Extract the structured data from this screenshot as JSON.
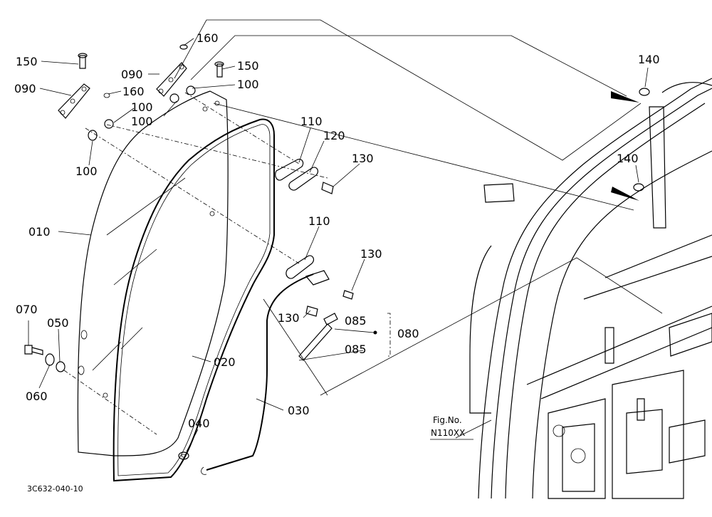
{
  "diagram_code": "3C632-040-10",
  "fig_ref": {
    "label": "Fig.No.",
    "number": "N110XX"
  },
  "callouts": {
    "c150a": "150",
    "c150b": "150",
    "c160a": "160",
    "c160b": "160",
    "c090a": "090",
    "c090b": "090",
    "c100a": "100",
    "c100b": "100",
    "c100c": "100",
    "c100d": "100",
    "c110a": "110",
    "c110b": "110",
    "c120": "120",
    "c130a": "130",
    "c130b": "130",
    "c130c": "130",
    "c140a": "140",
    "c140b": "140",
    "c010": "010",
    "c020": "020",
    "c030": "030",
    "c040": "040",
    "c050": "050",
    "c060": "060",
    "c070": "070",
    "c080": "080",
    "c085a": "085",
    "c085b": "085"
  }
}
